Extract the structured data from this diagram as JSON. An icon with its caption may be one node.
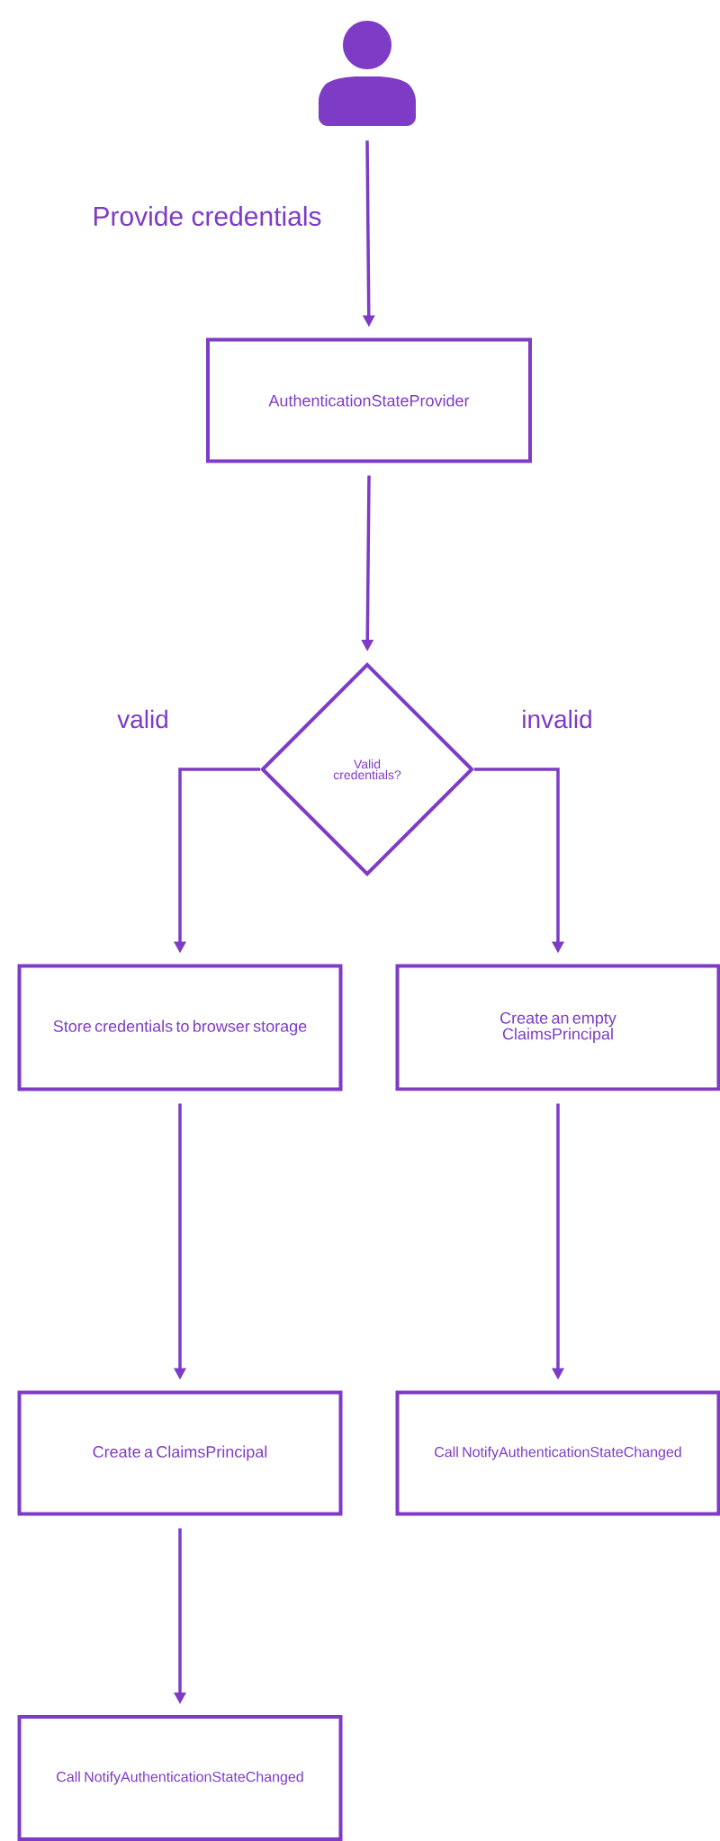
{
  "diagram": {
    "nodes": [
      {
        "text": [],
        "shape": "person"
      },
      {
        "text": [
          "AuthenticationStateProvider"
        ]
      },
      {
        "text": [
          "Valid credentials?"
        ]
      },
      {
        "text": [
          "Store credentials to browser storage"
        ]
      },
      {
        "text": [
          "Create an empty ClaimsPrincipal"
        ]
      },
      {
        "text": [
          "Create a ClaimsPrincipal"
        ]
      },
      {
        "text": [
          "Call NotifyAuthenticationStateChanged"
        ]
      },
      {
        "text": [
          "Call NotifyAuthenticationStateChanged"
        ]
      }
    ],
    "edges": [
      {
        "from": 0,
        "to": 1,
        "arrow": "to",
        "label": "Provide credentials"
      },
      {
        "from": 1,
        "to": 2,
        "arrow": "to"
      },
      {
        "from": 2,
        "to": 3,
        "arrow": "to",
        "label": "valid"
      },
      {
        "from": 2,
        "to": 4,
        "arrow": "to",
        "label": "invalid"
      },
      {
        "from": 3,
        "to": 5,
        "arrow": "to"
      },
      {
        "from": 4,
        "to": 6,
        "arrow": "to"
      },
      {
        "from": 5,
        "to": 7,
        "arrow": "to"
      }
    ]
  }
}
